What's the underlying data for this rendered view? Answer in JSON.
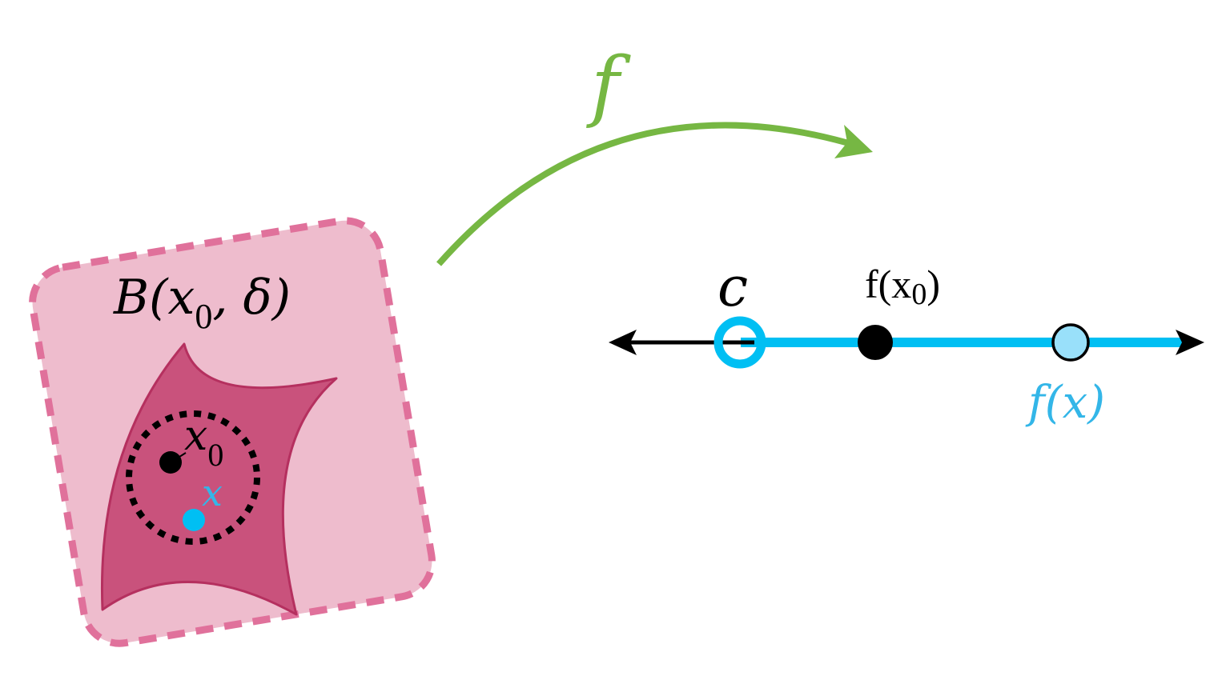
{
  "labels": {
    "ball": {
      "main": "B(x",
      "sub": "0",
      "rest": ", δ)"
    },
    "x0": {
      "main": "x",
      "sub": "0"
    },
    "x": "x",
    "map": "f",
    "c": "c",
    "fx0": {
      "main": "f(x",
      "sub": "0",
      "rest": ")"
    },
    "fx": "f(x)"
  },
  "colors": {
    "ball_fill": "#eebccd",
    "ball_border": "#e0719b",
    "region_fill": "#c9527c",
    "region_border": "#b5305f",
    "arrow": "#76b743",
    "interval": "#00bff3",
    "point_fx": "#99e0fa",
    "black": "#000000"
  }
}
